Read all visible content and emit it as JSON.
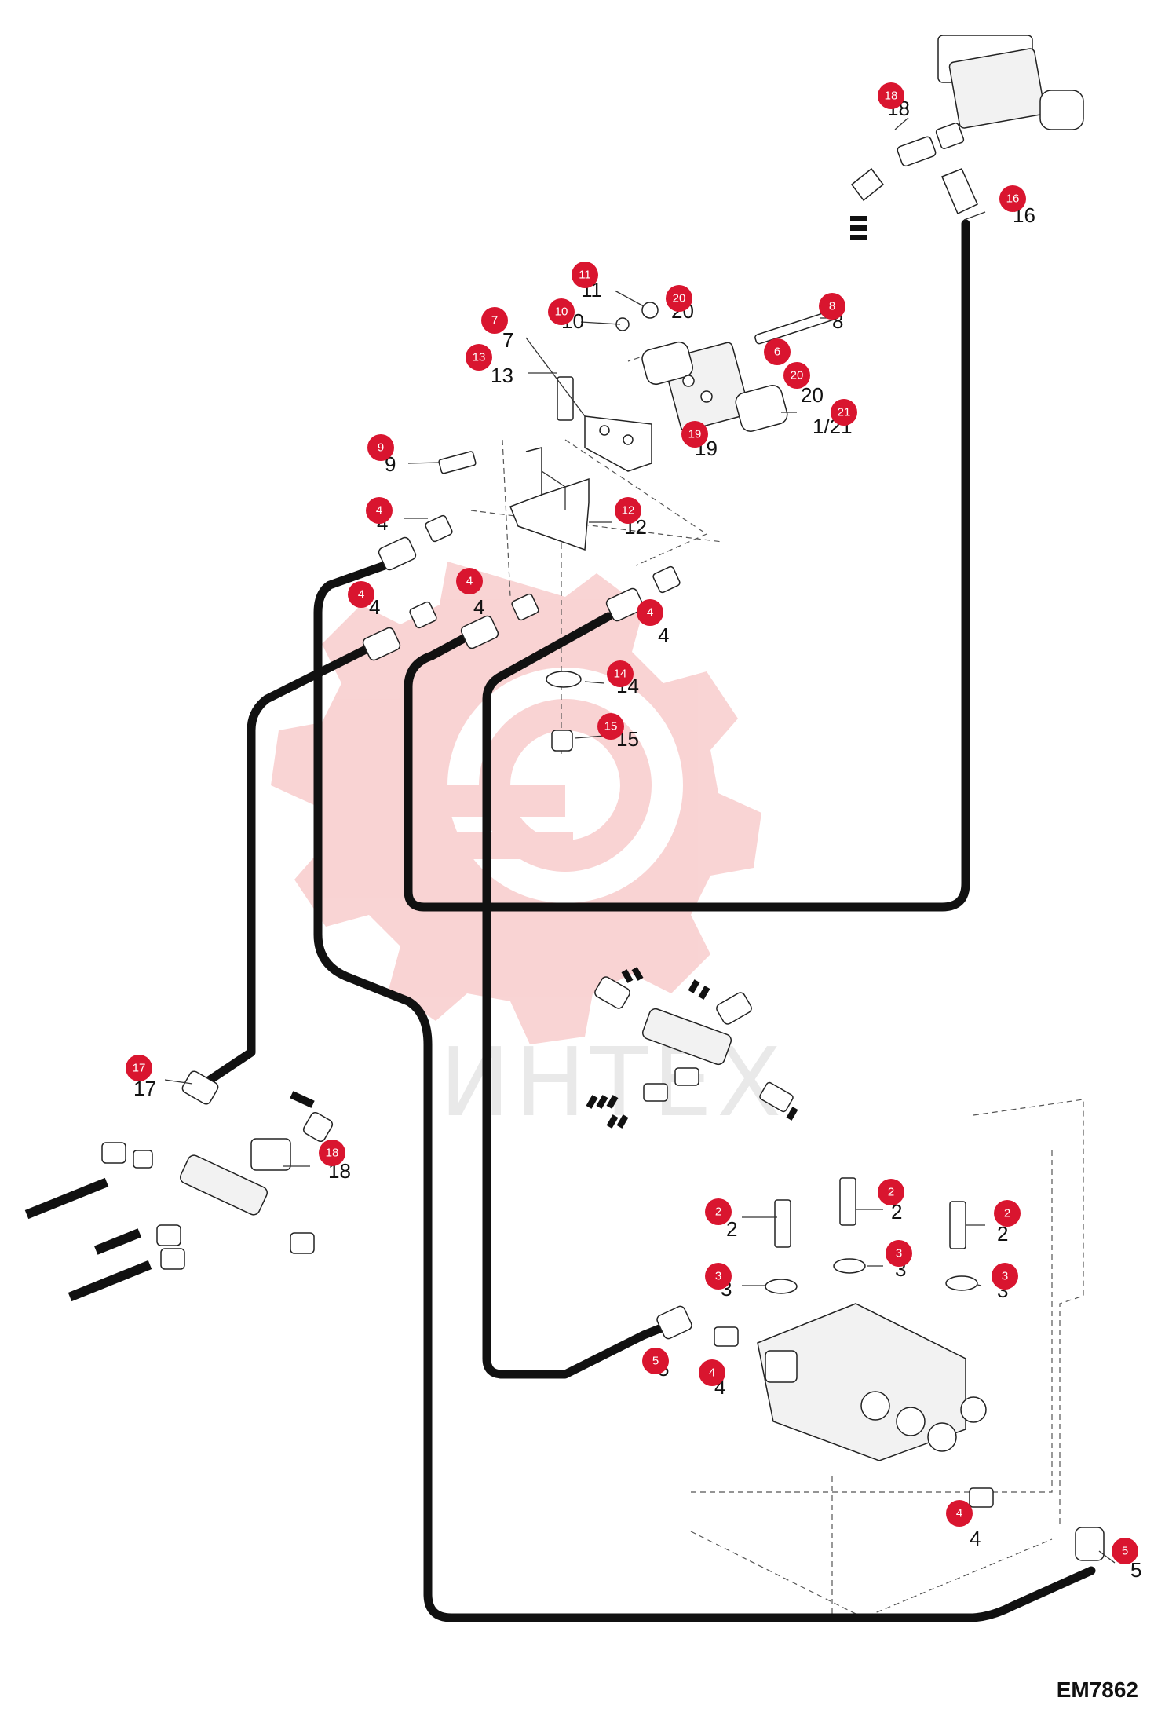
{
  "drawing_code": "EM7862",
  "watermark_text": "ИНТЕХ",
  "colors": {
    "badge": "#d9152f",
    "hose": "#111111",
    "watermark": "#f08080"
  },
  "callouts": [
    {
      "id": "c18a",
      "label": "18",
      "badge": "18"
    },
    {
      "id": "c16",
      "label": "16",
      "badge": "16"
    },
    {
      "id": "c11",
      "label": "11",
      "badge": "11"
    },
    {
      "id": "c20a",
      "label": "20",
      "badge": "20"
    },
    {
      "id": "c10",
      "label": "10",
      "badge": "10"
    },
    {
      "id": "c8",
      "label": "8",
      "badge": "8"
    },
    {
      "id": "c7",
      "label": "7",
      "badge": "7"
    },
    {
      "id": "c6",
      "label": "",
      "badge": "6"
    },
    {
      "id": "c13",
      "label": "13",
      "badge": "13"
    },
    {
      "id": "c20b",
      "label": "20",
      "badge": "20"
    },
    {
      "id": "c1_21",
      "label": "1/21",
      "badge": "21"
    },
    {
      "id": "c9",
      "label": "9",
      "badge": "9"
    },
    {
      "id": "c19",
      "label": "19",
      "badge": "19"
    },
    {
      "id": "c4a",
      "label": "4",
      "badge": "4"
    },
    {
      "id": "c12",
      "label": "12",
      "badge": "12"
    },
    {
      "id": "c4b",
      "label": "",
      "badge": "4"
    },
    {
      "id": "c4c",
      "label": "4",
      "badge": "4"
    },
    {
      "id": "c4d",
      "label": "4",
      "badge": "4"
    },
    {
      "id": "c4e",
      "label": "4",
      "badge": "4"
    },
    {
      "id": "c14",
      "label": "14",
      "badge": "14"
    },
    {
      "id": "c15",
      "label": "15",
      "badge": "15"
    },
    {
      "id": "c17",
      "label": "17",
      "badge": "17"
    },
    {
      "id": "c18b",
      "label": "18",
      "badge": "18"
    },
    {
      "id": "c2a",
      "label": "2",
      "badge": "2"
    },
    {
      "id": "c2b",
      "label": "2",
      "badge": "2"
    },
    {
      "id": "c2c",
      "label": "2",
      "badge": "2"
    },
    {
      "id": "c3a",
      "label": "3",
      "badge": "3"
    },
    {
      "id": "c3b",
      "label": "3",
      "badge": "3"
    },
    {
      "id": "c3c",
      "label": "3",
      "badge": "3"
    },
    {
      "id": "c5a",
      "label": "5",
      "badge": "5"
    },
    {
      "id": "c4f",
      "label": "4",
      "badge": "4"
    },
    {
      "id": "c4g",
      "label": "4",
      "badge": "4"
    },
    {
      "id": "c5b",
      "label": "5",
      "badge": "5"
    }
  ]
}
